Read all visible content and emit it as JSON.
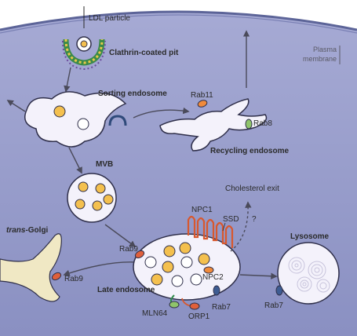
{
  "labels": {
    "ldl_particle": "LDL particle",
    "clathrin_pit": "Clathrin-coated pit",
    "plasma_membrane_1": "Plasma",
    "plasma_membrane_2": "membrane",
    "sorting_endosome": "Sorting endosome",
    "rab11": "Rab11",
    "rab8": "Rab8",
    "recycling_endosome": "Recycling endosome",
    "mvb": "MVB",
    "cholesterol_exit": "Cholesterol exit",
    "question_mark": "?",
    "trans_italic": "trans",
    "golgi": "-Golgi",
    "npc1": "NPC1",
    "ssd": "SSD",
    "npc2": "NPC2",
    "rab9_upper": "Rab9",
    "rab9_lower": "Rab9",
    "late_endosome": "Late endosome",
    "rab7_late": "Rab7",
    "rab7_lyso": "Rab7",
    "lysosome": "Lysosome",
    "mln64": "MLN64",
    "orp1": "ORP1"
  },
  "colors": {
    "cell_interior": "#8c92c4",
    "cell_gradient_top": "#a9acd6",
    "membrane": "#5c6498",
    "organelle_fill": "#f4f2fb",
    "organelle_stroke": "#2f2f4a",
    "golgi_fill": "#f0e8c4",
    "cholesterol_yellow": "#f4c04e",
    "rab11_orange": "#f08a3a",
    "rab8_green": "#8fc46a",
    "rab7_blue": "#3e5c92",
    "rab9_red": "#e0603c",
    "npc1_red": "#d8582e",
    "arrow": "#4a4a5a"
  }
}
